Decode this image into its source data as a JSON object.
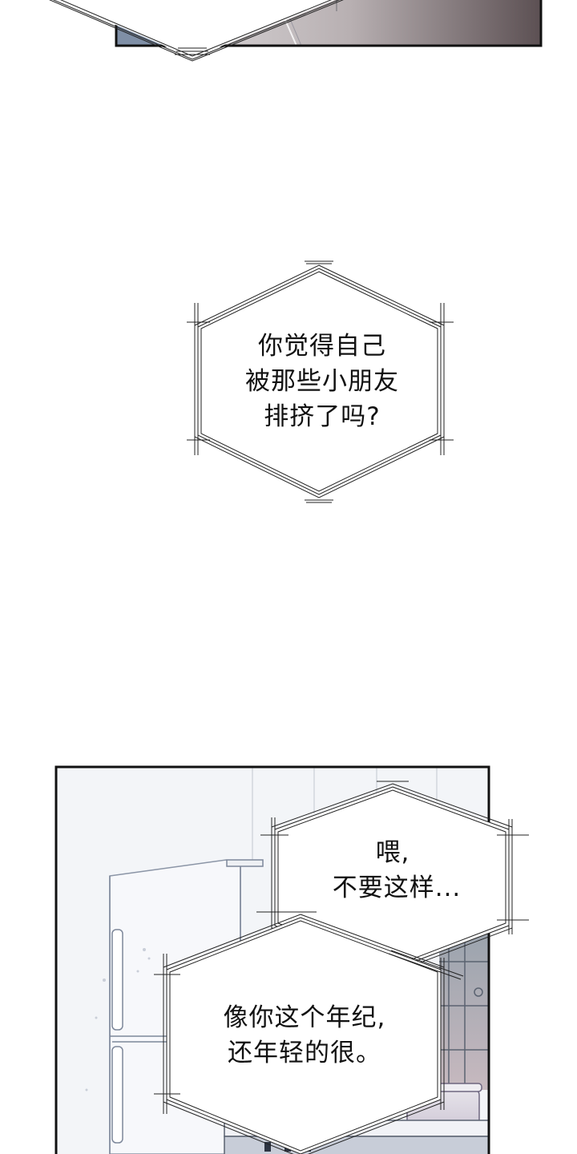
{
  "bubbles": [
    {
      "id": "bubble-1",
      "lines": [
        "你觉得自己",
        "被那些小朋友",
        "排挤了吗?"
      ]
    },
    {
      "id": "bubble-2",
      "lines": [
        "喂,",
        "不要这样..."
      ]
    },
    {
      "id": "bubble-3",
      "lines": [
        "像你这个年纪,",
        "还年轻的很。"
      ]
    }
  ],
  "colors": {
    "panel_border": "#111111",
    "bubble_stroke": "#222222",
    "top_panel_gradient_start": "#d9d6d8",
    "top_panel_gradient_end": "#5f5558",
    "kitchen_background": "#f3f5f8"
  }
}
